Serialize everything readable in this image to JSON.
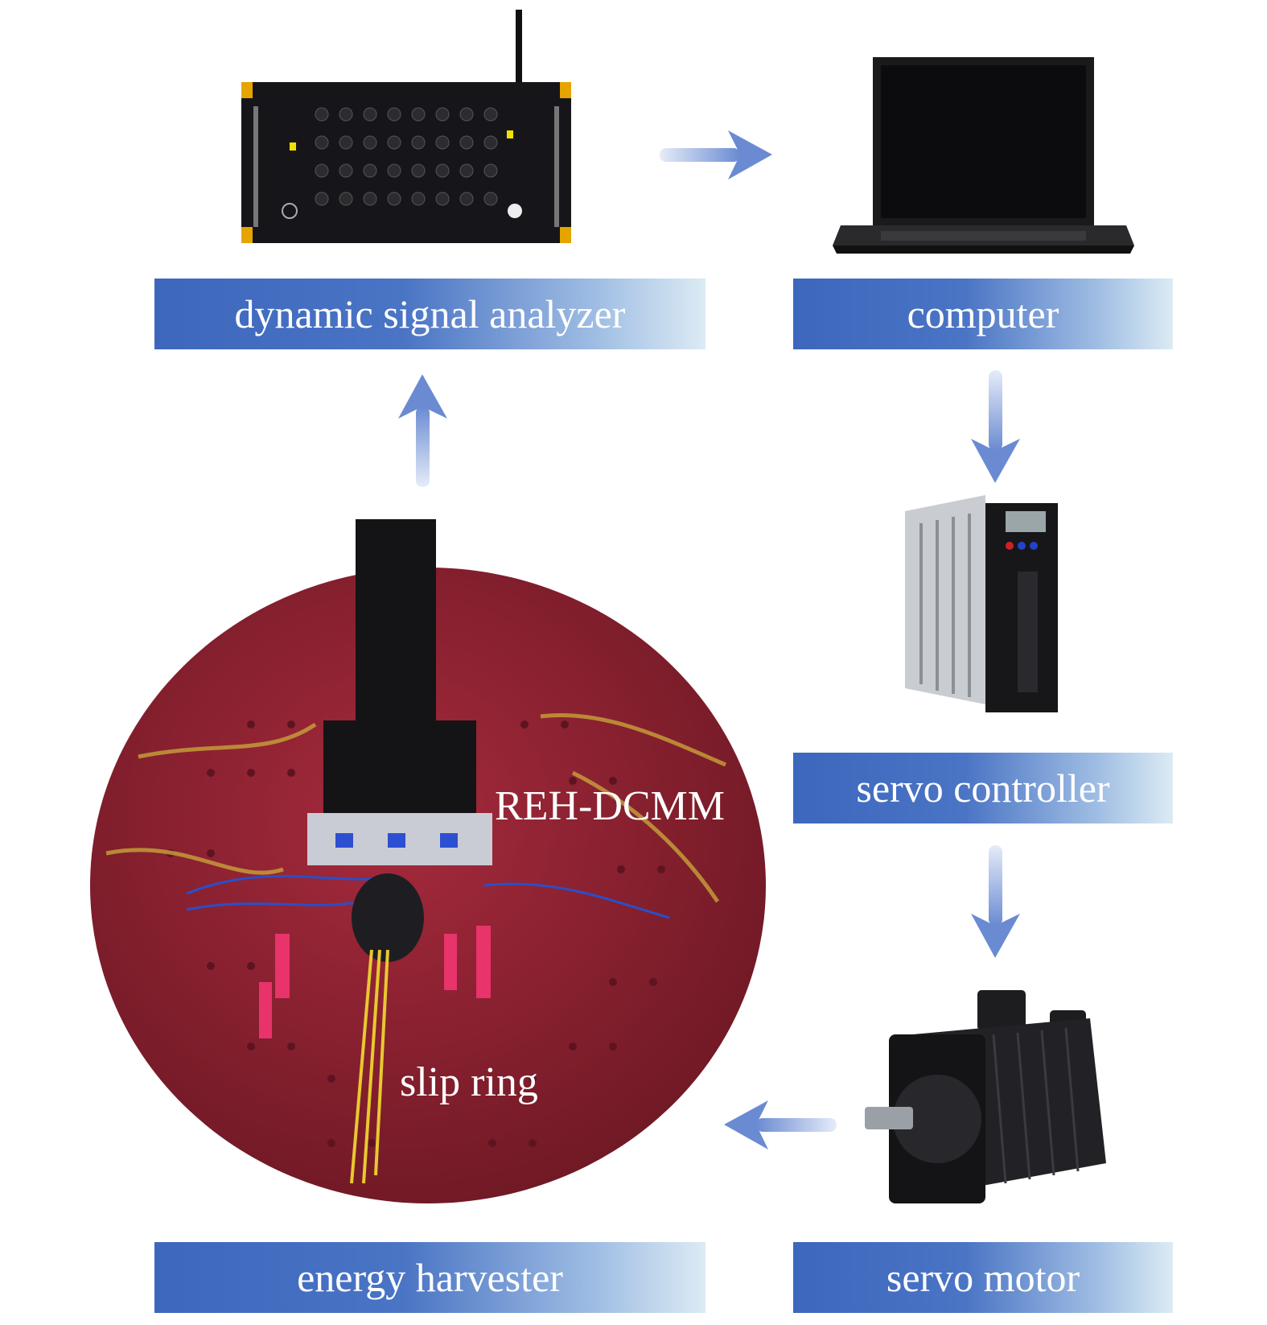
{
  "labels": {
    "analyzer": "dynamic signal analyzer",
    "computer": "computer",
    "controller": "servo controller",
    "motor": "servo motor",
    "harvester": "energy harvester"
  },
  "annotations": {
    "device": "REH-DCMM",
    "ring": "slip ring"
  },
  "colors": {
    "label_blue": "#3c67bd",
    "label_light": "#dcebf4",
    "arrow": "#6f8fd3",
    "disc": "#8e2232"
  }
}
